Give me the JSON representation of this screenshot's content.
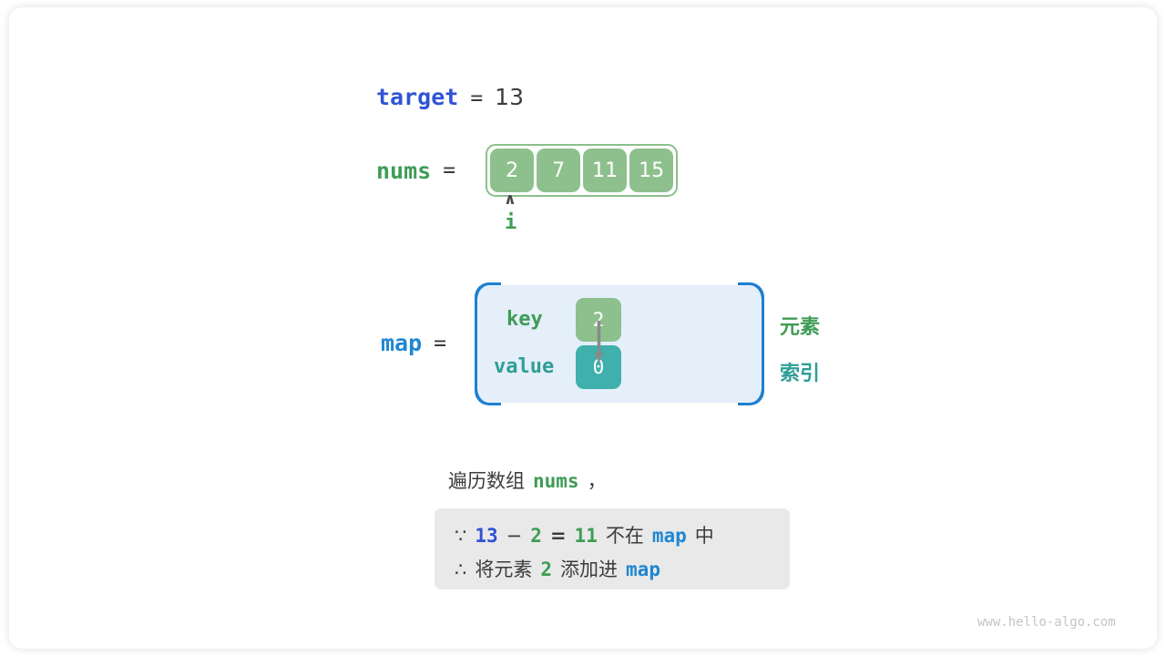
{
  "diagram": {
    "title_vars": {
      "target_name": "target",
      "target_eq": "=",
      "target_value": "13",
      "nums_name": "nums",
      "nums_eq": "=",
      "map_name": "map",
      "map_eq": "="
    },
    "array": {
      "values": [
        "2",
        "7",
        "11",
        "15"
      ],
      "pointer_caret": "∧",
      "pointer_label": "i",
      "pointer_index": 0
    },
    "map": {
      "key_label": "key",
      "value_label": "value",
      "key_cell": "2",
      "value_cell": "0",
      "right_labels": {
        "element": "元素",
        "index": "索引"
      }
    },
    "caption": {
      "prefix": "遍历数组",
      "code": "nums",
      "suffix": "，"
    },
    "conclusion": {
      "line1": {
        "symbol": "∵",
        "a": "13",
        "minus": "−",
        "b": "2",
        "equals": "=",
        "result": "11",
        "text_mid": "不在",
        "map": "map",
        "text_end": "中"
      },
      "line2": {
        "symbol": "∴",
        "text_start": "将元素",
        "value": "2",
        "text_mid": "添加进",
        "map": "map"
      }
    },
    "watermark": "www.hello-algo.com",
    "colors": {
      "blue": "#2f54d4",
      "light_blue": "#1e87d2",
      "green": "#3e9c55",
      "teal": "#2f9e96",
      "cell_green": "#8ec08e",
      "cell_teal": "#3fb0ab",
      "map_bg": "#e4effa",
      "map_border": "#1e7fd0",
      "conclusion_bg": "#e9e9e9",
      "text_dark": "#3c3c3c"
    }
  }
}
